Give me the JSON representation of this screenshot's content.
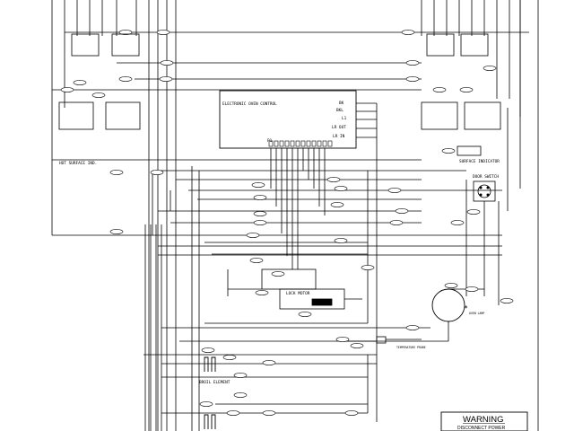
{
  "control": {
    "title": "ELECTRONIC OVEN CONTROL",
    "terminals": {
      "bk": "BK",
      "bkl": "BKL",
      "l1": "L1",
      "lr_out": "LR OUT",
      "lr_in": "LR IN",
      "p": "P1"
    }
  },
  "components": {
    "hot_surface": "HOT SURFACE IND.",
    "surface_indicator": "SURFACE INDICATOR",
    "door_switch": "DOOR SWITCH",
    "lock_motor": "LOCK MOTOR",
    "oven_lamp": "OVEN LAMP",
    "temp_probe": "TEMPERATURE PROBE",
    "broil_element": "BROIL ELEMENT"
  },
  "warning": {
    "title": "WARNING",
    "subtitle": "DISCONNECT POWER"
  }
}
